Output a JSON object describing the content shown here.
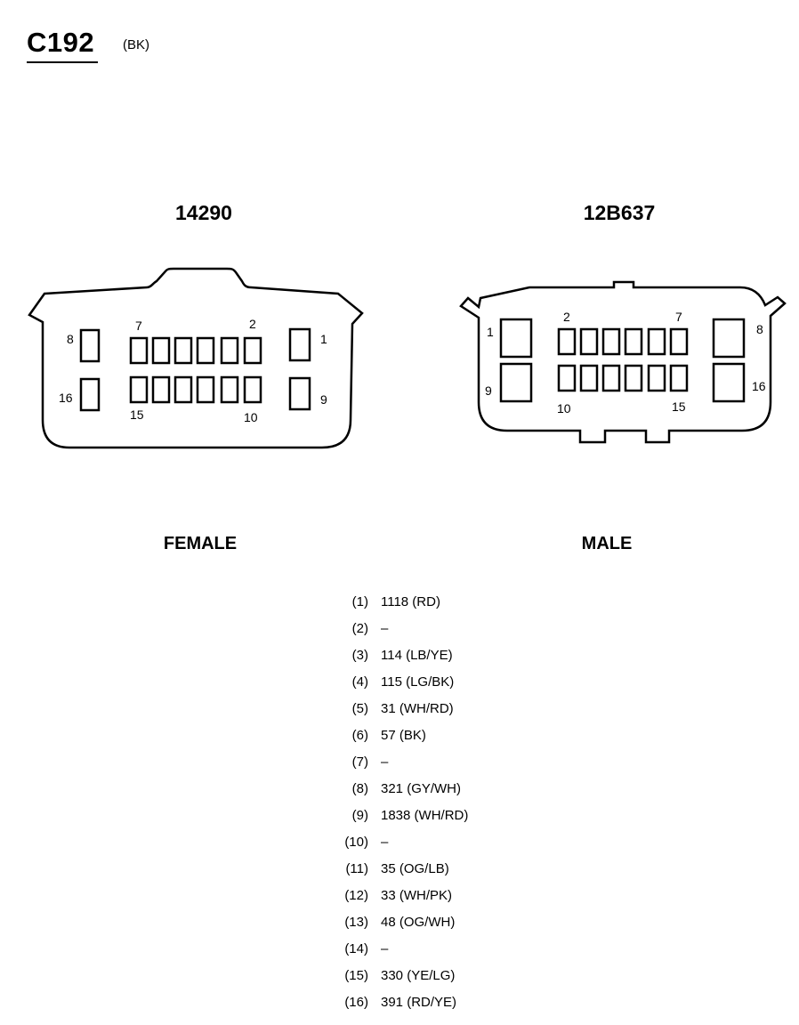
{
  "connector": {
    "id": "C192",
    "color": "(BK)"
  },
  "female": {
    "part_number": "14290",
    "label": "FEMALE",
    "pin_labels": [
      "7",
      "2",
      "8",
      "1",
      "16",
      "9",
      "15",
      "10"
    ]
  },
  "male": {
    "part_number": "12B637",
    "label": "MALE",
    "pin_labels": [
      "2",
      "7",
      "1",
      "8",
      "9",
      "16",
      "10",
      "15"
    ]
  },
  "pins": [
    {
      "num": "(1)",
      "value": "1118 (RD)"
    },
    {
      "num": "(2)",
      "value": "–"
    },
    {
      "num": "(3)",
      "value": "114 (LB/YE)"
    },
    {
      "num": "(4)",
      "value": "115 (LG/BK)"
    },
    {
      "num": "(5)",
      "value": "31 (WH/RD)"
    },
    {
      "num": "(6)",
      "value": "57 (BK)"
    },
    {
      "num": "(7)",
      "value": "–"
    },
    {
      "num": "(8)",
      "value": "321 (GY/WH)"
    },
    {
      "num": "(9)",
      "value": "1838 (WH/RD)"
    },
    {
      "num": "(10)",
      "value": "–"
    },
    {
      "num": "(11)",
      "value": "35 (OG/LB)"
    },
    {
      "num": "(12)",
      "value": "33 (WH/PK)"
    },
    {
      "num": "(13)",
      "value": "48 (OG/WH)"
    },
    {
      "num": "(14)",
      "value": "–"
    },
    {
      "num": "(15)",
      "value": "330 (YE/LG)"
    },
    {
      "num": "(16)",
      "value": "391 (RD/YE)"
    }
  ]
}
